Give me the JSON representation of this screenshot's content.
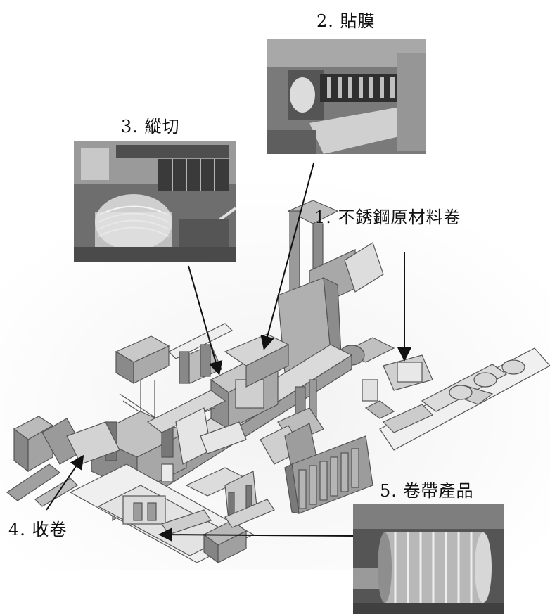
{
  "labels": {
    "step1": "1. 不銹鋼原材料卷",
    "step2": "2. 貼膜",
    "step3": "3. 縱切",
    "step4": "4. 收卷",
    "step5": "5. 卷帶產品"
  },
  "colors": {
    "arrow": "#111111",
    "line_drawing": "#555555",
    "machine_fill": "#8c8c8c",
    "photo_dark": "#3a3a3a"
  }
}
